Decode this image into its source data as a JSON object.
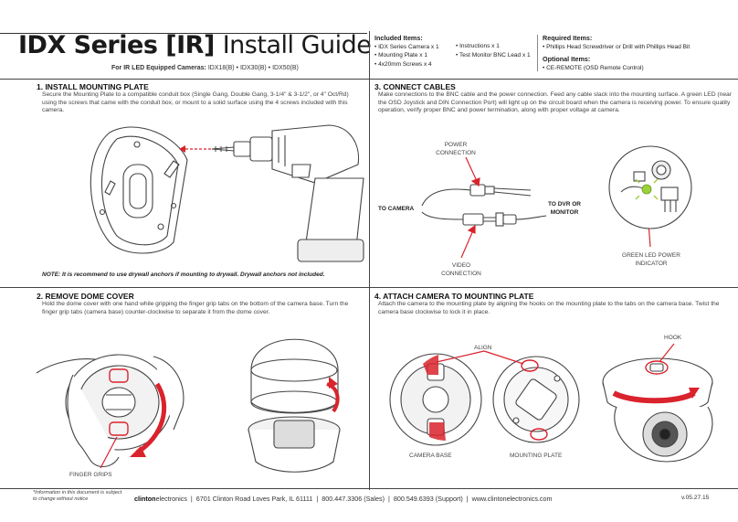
{
  "header": {
    "title_bold": "IDX Series [IR]",
    "title_light": "Install Guide",
    "subtitle_label": "For IR LED Equipped Cameras:",
    "subtitle_models": "IDX18(B) • IDX30(B) • IDX50(B)",
    "included": {
      "heading": "Included Items:",
      "items_col1": [
        "IDX Series Camera x 1",
        "Mounting Plate x 1",
        "4x20mm Screws x 4"
      ],
      "items_col2": [
        "Instructions x 1",
        "Test Monitor BNC Lead x 1"
      ]
    },
    "required": {
      "heading": "Required Items:",
      "items": [
        "Phillips Head Screwdriver or Drill with Phillips Head Bit"
      ]
    },
    "optional": {
      "heading": "Optional Items:",
      "items": [
        "CE-REMOTE (OSD Remote Control)"
      ]
    }
  },
  "sections": {
    "s1": {
      "title": "1. INSTALL MOUNTING PLATE",
      "body": "Secure the Mounting Plate to a compatible conduit box (Single Gang, Double Gang, 3-1/4\" & 3-1/2\", or 4\" Oct/Rd) using the screws that came with the conduit box, or mount to a solid surface using the 4 screws included with this camera.",
      "note": "NOTE: It is recommend to use drywall anchors if mounting to drywall. Drywall anchors not included."
    },
    "s2": {
      "title": "2. REMOVE DOME COVER",
      "body": "Hold the dome cover with one hand while gripping the finger grip tabs on the bottom of the camera base. Turn the finger grip tabs (camera base) counter-clockwise to separate it from the dome cover.",
      "label_grips": "FINGER GRIPS"
    },
    "s3": {
      "title": "3. CONNECT CABLES",
      "body": "Make connections to the BNC cable and the power connection. Feed any cable slack into the mounting surface. A green LED (near the OSD Joystick and DIN Connection Port) will light up on the circuit board when the camera is receiving power. To ensure quality operation, verify proper BNC and power termination, along with proper voltage at camera.",
      "label_power": "POWER CONNECTION",
      "label_to_camera": "TO CAMERA",
      "label_to_dvr": "TO DVR OR MONITOR",
      "label_video": "VIDEO CONNECTION",
      "label_led": "GREEN LED POWER INDICATOR"
    },
    "s4": {
      "title": "4. ATTACH CAMERA TO MOUNTING PLATE",
      "body": "Attach the camera to the mounting plate by aligning the hooks on the mounting plate to the tabs on the camera base. Twist the camera base clockwise to lock it in place.",
      "label_align": "ALIGN",
      "label_hook": "HOOK",
      "label_camera_base": "CAMERA BASE",
      "label_mounting_plate": "MOUNTING PLATE"
    }
  },
  "footer": {
    "footnote": "*Information in this document is subject to change without notice",
    "brand_bold": "clinton",
    "brand_light": "electronics",
    "address": "6701 Clinton Road Loves Park, IL 61111",
    "sales": "800.447.3306 (Sales)",
    "support": "800.549.6393 (Support)",
    "website": "www.clintonelectronics.com",
    "version": "v.05.27.15"
  },
  "colors": {
    "accent_red": "#d9232d",
    "led_green": "#9bd13a",
    "line": "#444444"
  }
}
